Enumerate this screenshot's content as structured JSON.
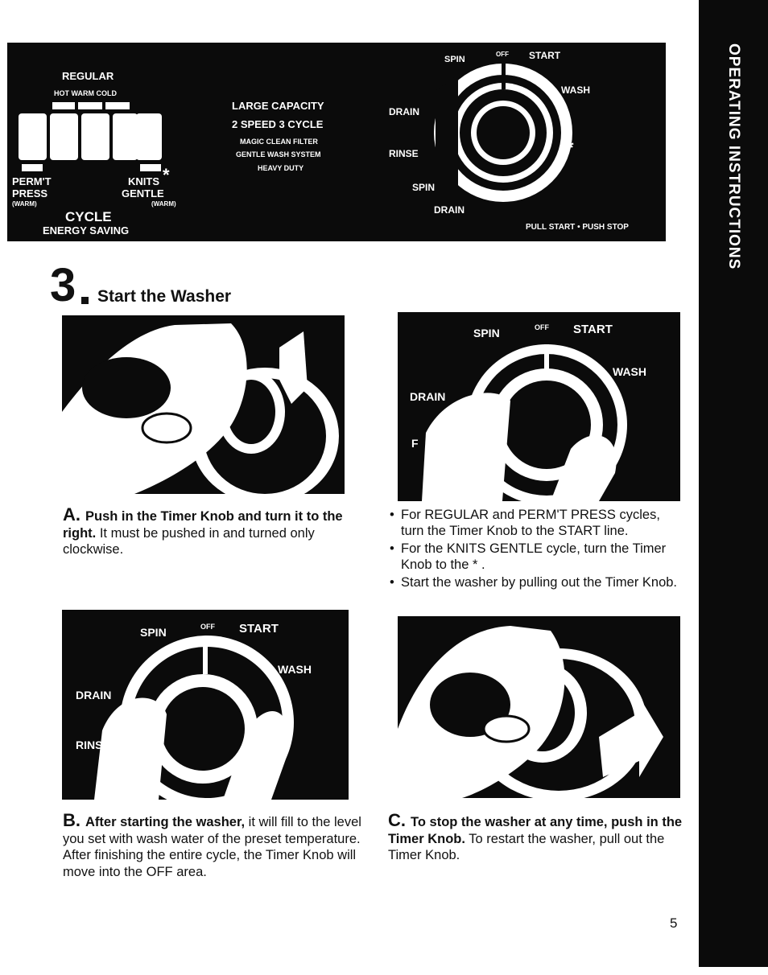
{
  "side_tab": {
    "label": "OPERATING INSTRUCTIONS"
  },
  "panel": {
    "regular": "REGULAR",
    "temps": "HOT  WARM COLD",
    "permt": "PERM'T",
    "press": "PRESS",
    "warm_left": "(WARM)",
    "knits": "KNITS",
    "gentle": "GENTLE",
    "warm_right": "(WARM)",
    "star": "*",
    "cycle": "CYCLE",
    "energy": "ENERGY SAVING",
    "large_capacity": "LARGE CAPACITY",
    "speed": "2 SPEED 3 CYCLE",
    "magic": "MAGIC CLEAN FILTER",
    "gentle_wash": "GENTLE WASH SYSTEM",
    "heavy": "HEAVY DUTY",
    "spin": "SPIN",
    "off": "OFF",
    "start": "START",
    "wash": "WASH",
    "drain": "DRAIN",
    "rinse": "RINSE",
    "spin2": "SPIN",
    "drain2": "DRAIN",
    "pull": "PULL START • PUSH STOP"
  },
  "step": {
    "number": "3",
    "title": "Start the Washer"
  },
  "photo_b": {
    "spin": "SPIN",
    "off": "OFF",
    "start": "START",
    "wash": "WASH",
    "drain": "DRAIN",
    "f": "F",
    "star": "*"
  },
  "photo_c": {
    "spin": "SPIN",
    "off": "OFF",
    "start": "START",
    "wash": "WASH",
    "drain": "DRAIN",
    "rinse": "RINSF",
    "star": "*"
  },
  "text_a": {
    "letter": "A.",
    "bold": "Push in the Timer Knob and turn it to the right.",
    "rest": " It must be pushed in and turned only clockwise."
  },
  "bullets": [
    "For REGULAR and PERM'T PRESS cycles, turn the Timer Knob to the START line.",
    "For the KNITS GENTLE cycle, turn the Timer Knob to the * .",
    "Start the washer by pulling out the Timer Knob."
  ],
  "text_b": {
    "letter": "B.",
    "bold": "After starting the washer,",
    "rest": " it will fill to the level you set with wash water of the preset temperature. After finishing the entire cycle, the Timer Knob will move into the OFF area."
  },
  "text_c": {
    "letter": "C.",
    "bold": "To stop the washer at any time, push in the Timer Knob.",
    "rest": " To restart the washer, pull out the Timer Knob."
  },
  "page_number": "5"
}
